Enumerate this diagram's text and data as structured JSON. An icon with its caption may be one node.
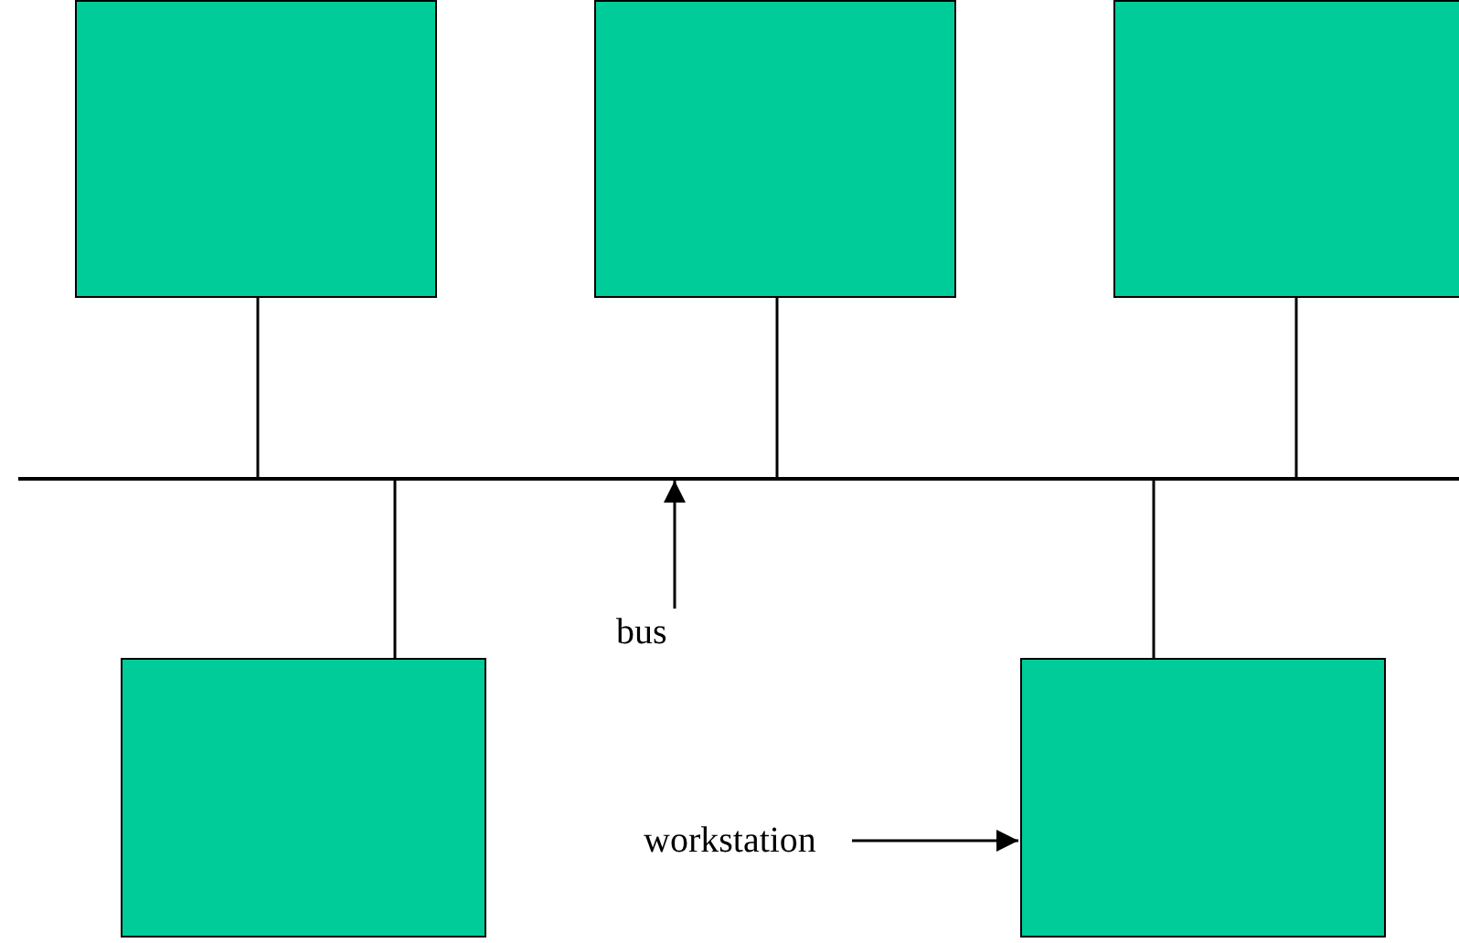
{
  "diagram": {
    "nodes": [
      {
        "text": [],
        "shape": "box"
      },
      {
        "text": [],
        "shape": "box"
      },
      {
        "text": [],
        "shape": "box"
      },
      {
        "text": [],
        "shape": "bar"
      },
      {
        "text": [
          "bus"
        ]
      },
      {
        "text": [],
        "shape": "box"
      },
      {
        "text": [
          "workstation"
        ]
      },
      {
        "text": [],
        "shape": "box"
      }
    ],
    "edges": [
      {
        "from": 0,
        "to": 3,
        "arrow": "none"
      },
      {
        "from": 1,
        "to": 3,
        "arrow": "none"
      },
      {
        "from": 2,
        "to": 3,
        "arrow": "none"
      },
      {
        "from": 5,
        "to": 3,
        "arrow": "none"
      },
      {
        "from": 7,
        "to": 3,
        "arrow": "none"
      },
      {
        "from": 4,
        "to": 3,
        "arrow": "to"
      },
      {
        "from": 6,
        "to": 7,
        "arrow": "to"
      }
    ]
  }
}
